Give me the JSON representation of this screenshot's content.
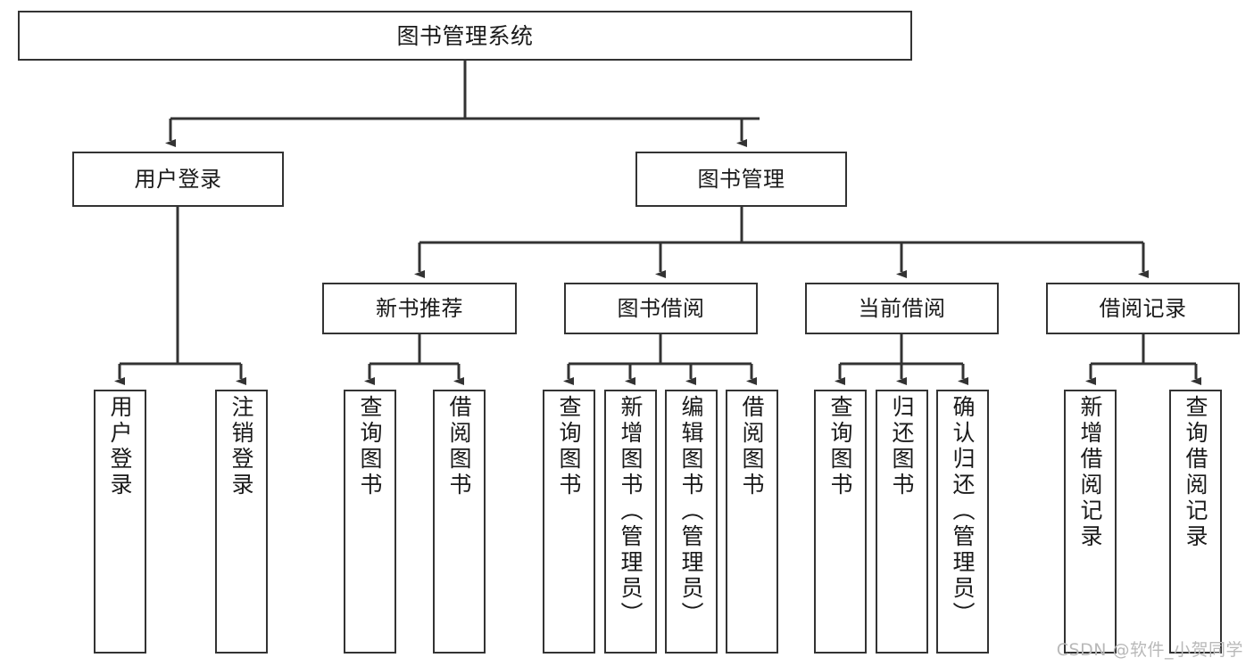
{
  "diagram": {
    "type": "tree-hierarchy-flowchart",
    "title": "图书管理系统",
    "watermark": "CSDN @软件_小贺同学",
    "colors": {
      "box_border": "#333333",
      "box_fill": "#ffffff",
      "edge": "#333333",
      "text": "#1a1a1a",
      "watermark": "#b9b9b9",
      "background": "#ffffff"
    },
    "levels": [
      {
        "level": 1,
        "nodes": [
          {
            "id": "root",
            "label": "图书管理系统",
            "orientation": "horizontal"
          }
        ]
      },
      {
        "level": 2,
        "nodes": [
          {
            "id": "user-login",
            "label": "用户登录",
            "orientation": "horizontal",
            "parent": "root"
          },
          {
            "id": "book-manage",
            "label": "图书管理",
            "orientation": "horizontal",
            "parent": "root"
          }
        ]
      },
      {
        "level": 3,
        "nodes": [
          {
            "id": "new-book-rec",
            "label": "新书推荐",
            "orientation": "horizontal",
            "parent": "book-manage"
          },
          {
            "id": "book-borrow",
            "label": "图书借阅",
            "orientation": "horizontal",
            "parent": "book-manage"
          },
          {
            "id": "current-borrow",
            "label": "当前借阅",
            "orientation": "horizontal",
            "parent": "book-manage"
          },
          {
            "id": "borrow-record",
            "label": "借阅记录",
            "orientation": "horizontal",
            "parent": "book-manage"
          }
        ]
      },
      {
        "level": 4,
        "nodes": [
          {
            "id": "leaf-user-login",
            "label": "用户登录",
            "orientation": "vertical",
            "parent": "user-login"
          },
          {
            "id": "leaf-logout",
            "label": "注销登录",
            "orientation": "vertical",
            "parent": "user-login"
          },
          {
            "id": "leaf-query-book-1",
            "label": "查询图书",
            "orientation": "vertical",
            "parent": "new-book-rec"
          },
          {
            "id": "leaf-borrow-book-1",
            "label": "借阅图书",
            "orientation": "vertical",
            "parent": "new-book-rec"
          },
          {
            "id": "leaf-query-book-2",
            "label": "查询图书",
            "orientation": "vertical",
            "parent": "book-borrow"
          },
          {
            "id": "leaf-add-book",
            "label": "新增图书（管理员）",
            "orientation": "vertical",
            "parent": "book-borrow"
          },
          {
            "id": "leaf-edit-book",
            "label": "编辑图书（管理员）",
            "orientation": "vertical",
            "parent": "book-borrow"
          },
          {
            "id": "leaf-borrow-book-2",
            "label": "借阅图书",
            "orientation": "vertical",
            "parent": "book-borrow"
          },
          {
            "id": "leaf-query-book-3",
            "label": "查询图书",
            "orientation": "vertical",
            "parent": "current-borrow"
          },
          {
            "id": "leaf-return-book",
            "label": "归还图书",
            "orientation": "vertical",
            "parent": "current-borrow"
          },
          {
            "id": "leaf-confirm-return",
            "label": "确认归还（管理员）",
            "orientation": "vertical",
            "parent": "current-borrow"
          },
          {
            "id": "leaf-add-record",
            "label": "新增借阅记录",
            "orientation": "vertical",
            "parent": "borrow-record"
          },
          {
            "id": "leaf-query-record",
            "label": "查询借阅记录",
            "orientation": "vertical",
            "parent": "borrow-record"
          }
        ]
      }
    ],
    "nodes_flat": {
      "root": "图书管理系统",
      "user_login": "用户登录",
      "book_manage": "图书管理",
      "new_book_rec": "新书推荐",
      "book_borrow": "图书借阅",
      "current_borrow": "当前借阅",
      "borrow_record": "借阅记录",
      "leaf_user_login": "用户登录",
      "leaf_logout": "注销登录",
      "leaf_query_book_1": "查询图书",
      "leaf_borrow_book_1": "借阅图书",
      "leaf_query_book_2": "查询图书",
      "leaf_add_book": "新增图书（管理员）",
      "leaf_edit_book": "编辑图书（管理员）",
      "leaf_borrow_book_2": "借阅图书",
      "leaf_query_book_3": "查询图书",
      "leaf_return_book": "归还图书",
      "leaf_confirm_return": "确认归还（管理员）",
      "leaf_add_record": "新增借阅记录",
      "leaf_query_record": "查询借阅记录"
    }
  }
}
